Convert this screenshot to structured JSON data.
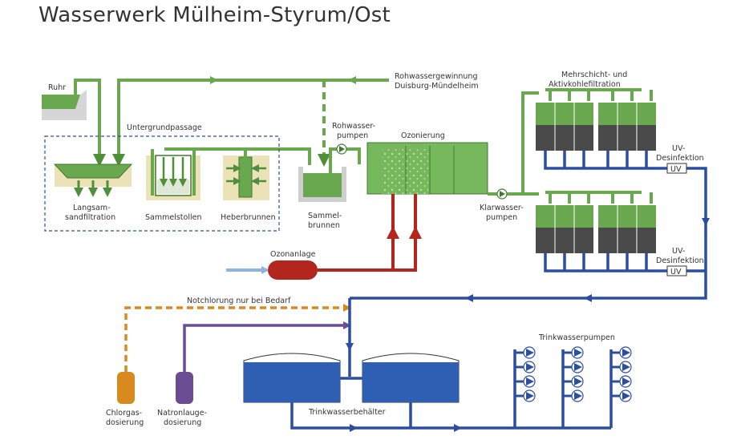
{
  "title": "Wasserwerk Mülheim-Styrum/Ost",
  "colors": {
    "green_pipe": "#6aa84f",
    "green_dark": "#3d7a2e",
    "blue_pipe": "#2b4f9e",
    "red_pipe": "#b3261e",
    "orange_dashed": "#d98a1f",
    "purple_pipe": "#6a4c93",
    "water_blue": "#2f5fb3",
    "sand": "#ece2b8",
    "grey_ground": "#d6d6d6",
    "filter_dark": "#4a4a4a"
  },
  "labels": {
    "ruhr": "Ruhr",
    "rohwassergewinnung_1": "Rohwassergewinnung",
    "rohwassergewinnung_2": "Duisburg-Mündelheim",
    "untergrundpassage": "Untergrundpassage",
    "langsam_1": "Langsam-",
    "langsam_2": "sandfiltration",
    "sammelstollen": "Sammelstollen",
    "heberbrunnen": "Heberbrunnen",
    "sammelbrunnen_1": "Sammel-",
    "sammelbrunnen_2": "brunnen",
    "rohwasserpumpen_1": "Rohwasser-",
    "rohwasserpumpen_2": "pumpen",
    "ozonierung": "Ozonierung",
    "ozonanlage": "Ozonanlage",
    "klarwasserpumpen_1": "Klarwasser-",
    "klarwasserpumpen_2": "pumpen",
    "mehrschicht_1": "Mehrschicht- und",
    "mehrschicht_2": "Aktivkohlefiltration",
    "uv_desinfektion_1": "UV-",
    "uv_desinfektion_2": "Desinfektion",
    "uv": "UV",
    "notchlorung": "Notchlorung nur bei Bedarf",
    "trinkwasserpumpen": "Trinkwasserpumpen",
    "trinkwasserbehaelter": "Trinkwasserbehälter",
    "chlorgas_1": "Chlorgas-",
    "chlorgas_2": "dosierung",
    "natronlauge_1": "Natronlauge-",
    "natronlauge_2": "dosierung"
  }
}
